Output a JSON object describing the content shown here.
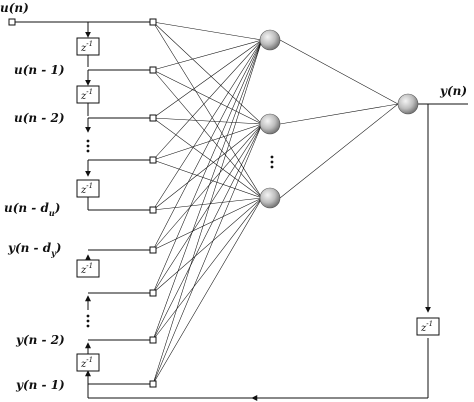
{
  "inputs": [
    {
      "id": "u0",
      "label": "u(n)"
    },
    {
      "id": "u1",
      "label": "u(n - 1)"
    },
    {
      "id": "u2",
      "label": "u(n - 2)"
    },
    {
      "id": "ud",
      "label": "u(n - d",
      "sub": "u",
      "suffix": ")"
    },
    {
      "id": "yd",
      "label": "y(n - d",
      "sub": "y",
      "suffix": ")"
    },
    {
      "id": "y2",
      "label": "y(n - 2)"
    },
    {
      "id": "y1",
      "label": "y(n - 1)"
    }
  ],
  "output_label": "y(n)",
  "delay_label": "z",
  "delay_exp": "-1",
  "ellipsis": "⋮"
}
